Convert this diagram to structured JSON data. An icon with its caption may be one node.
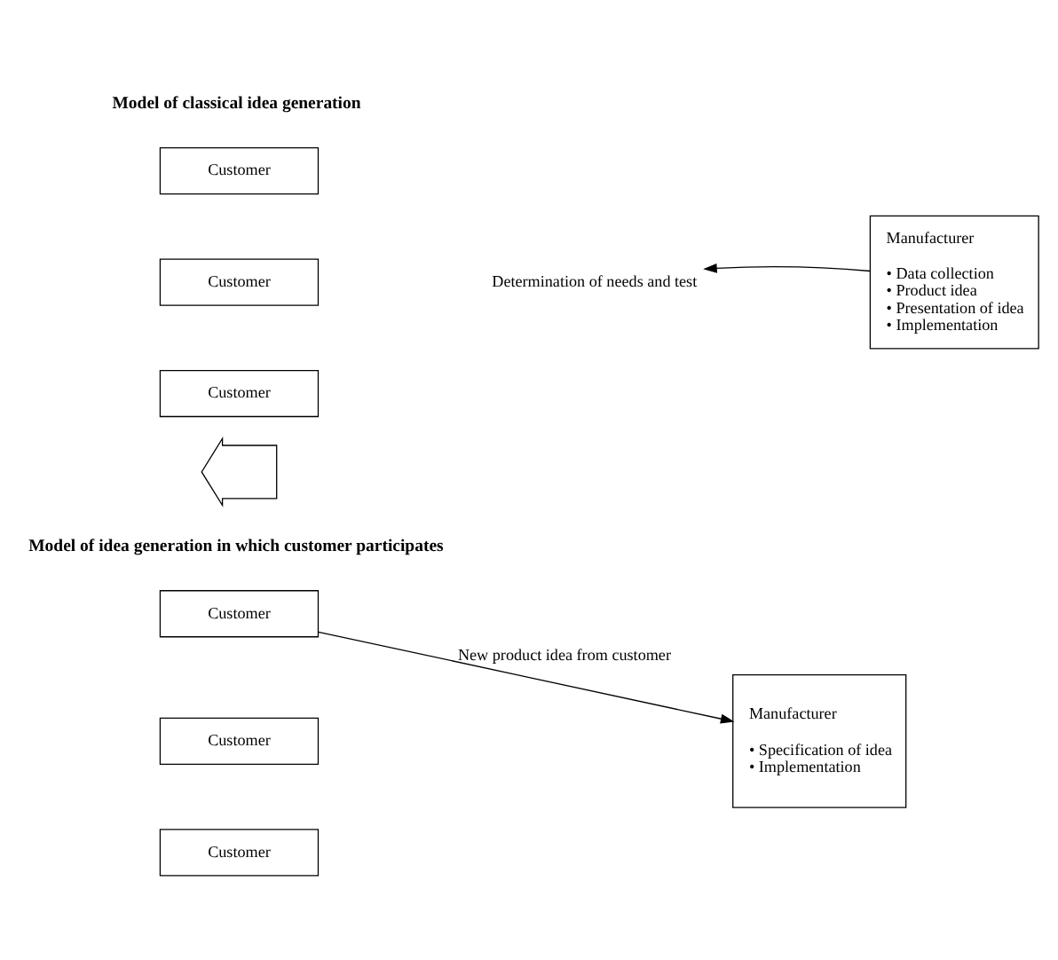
{
  "diagram": {
    "nodes": [
      {
        "text": [
          "Customer"
        ]
      },
      {
        "text": [
          "Customer"
        ]
      },
      {
        "text": [
          "Customer"
        ]
      },
      {
        "text": [
          "Determination of needs and test"
        ]
      },
      {
        "text": [
          "Manufacturer",
          "• Data collection",
          "• Product idea",
          "• Presentation of idea",
          "• Implementation"
        ]
      },
      {
        "text": [],
        "shape": "arrow"
      },
      {
        "text": [
          "Customer"
        ]
      },
      {
        "text": [
          "Customer"
        ]
      },
      {
        "text": [
          "Customer"
        ]
      },
      {
        "text": [
          "Manufacturer",
          "• Specification of idea",
          "• Implementation"
        ]
      }
    ],
    "edges": [
      {
        "from": 4,
        "to": 3,
        "arrow": "to"
      },
      {
        "from": 6,
        "to": 9,
        "arrow": "to",
        "label": "New product idea from customer"
      }
    ],
    "labels": [
      "Model of classical idea generation",
      "Model of idea generation in which customer participates"
    ]
  }
}
